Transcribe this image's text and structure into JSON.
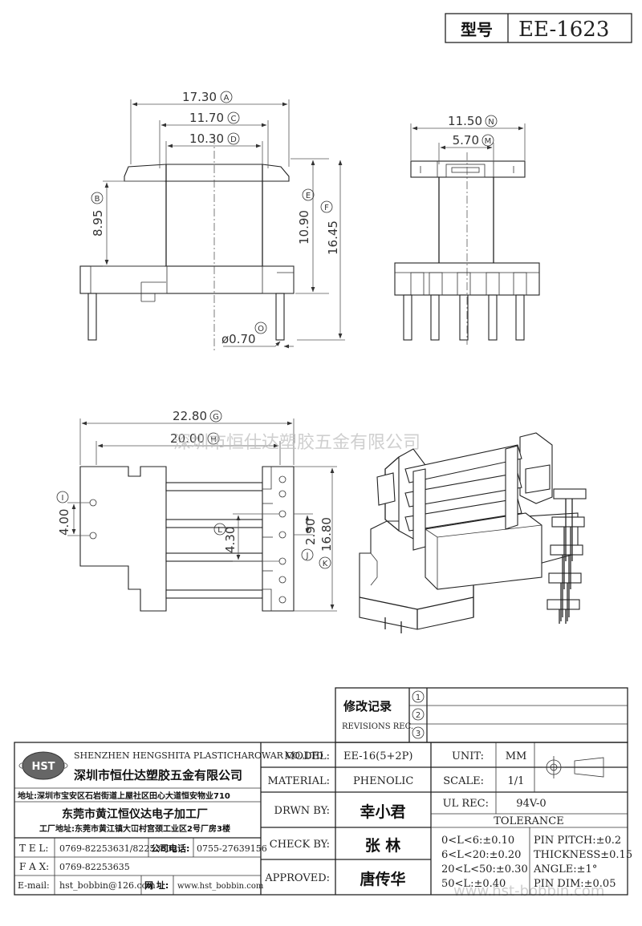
{
  "header": {
    "label": "型号",
    "model_no": "EE-1623"
  },
  "dimensions": {
    "a": "17.30",
    "c": "11.70",
    "d": "10.30",
    "b": "8.95",
    "e": "10.90",
    "f": "16.45",
    "o": "ø0.70",
    "n": "11.50",
    "m": "5.70",
    "g": "22.80",
    "h": "20.00",
    "i": "4.00",
    "l": "4.30",
    "j": "2.90",
    "k": "16.80"
  },
  "circle_letters": {
    "a": "A",
    "c": "C",
    "d": "D",
    "b": "B",
    "e": "E",
    "f": "F",
    "o": "O",
    "n": "N",
    "m": "M",
    "g": "G",
    "h": "H",
    "i": "I",
    "l": "L",
    "j": "J",
    "k": "K"
  },
  "watermarks": {
    "top": "深圳市恒仕达塑胶五金有限公司",
    "bottom": "www.hst-bobbin.com"
  },
  "revisions": {
    "title": "修改记录",
    "title_en": "REVISIONS REC.",
    "rows": [
      "1",
      "2",
      "3"
    ]
  },
  "company": {
    "logo": "HST",
    "name_en": "SHENZHEN HENGSHITA PLASTICHAROWAR CO.,LTD",
    "name_cn": "深圳市恒仕达塑胶五金有限公司",
    "address": "地址:深圳市宝安区石岩街道上屋社区田心大道恒安物业710",
    "factory": "东莞市黄江恒仪达电子加工厂",
    "factory_address": "工厂地址:东莞市黄江镇大冚村宫颈工业区2号厂房3楼"
  },
  "contact": {
    "tel_label": "T E L:",
    "tel": "0769-82253631/82253632",
    "phone_label": "公司电话:",
    "phone": "0755-27639156",
    "fax_label": "F A X:",
    "fax": "0769-82253635",
    "email_label": "E-mail:",
    "email": "hst_bobbin@126.com",
    "web_label": "网 址:",
    "web": "www.hst_bobbin.com"
  },
  "spec": {
    "model_label": "MODEL:",
    "model": "EE-16(5+2P)",
    "unit_label": "UNIT:",
    "unit": "MM",
    "material_label": "MATERIAL:",
    "material": "PHENOLIC",
    "scale_label": "SCALE:",
    "scale": "1/1",
    "drawn_label": "DRWN BY:",
    "drawn": "幸小君",
    "ul_label": "UL REC:",
    "ul": "94V-0",
    "check_label": "CHECK BY:",
    "check": "张   林",
    "approved_label": "APPROVED:",
    "approved": "唐传华"
  },
  "tolerance": {
    "title": "TOLERANCE",
    "rows": [
      "0<L<6:±0.10",
      "6<L<20:±0.20",
      "20<L<50:±0.30",
      "50<L:±0.40"
    ],
    "right": [
      "PIN PITCH:±0.2",
      "THICKNESS±0.15",
      "ANGLE:±1°",
      "PIN DIM:±0.05"
    ]
  }
}
